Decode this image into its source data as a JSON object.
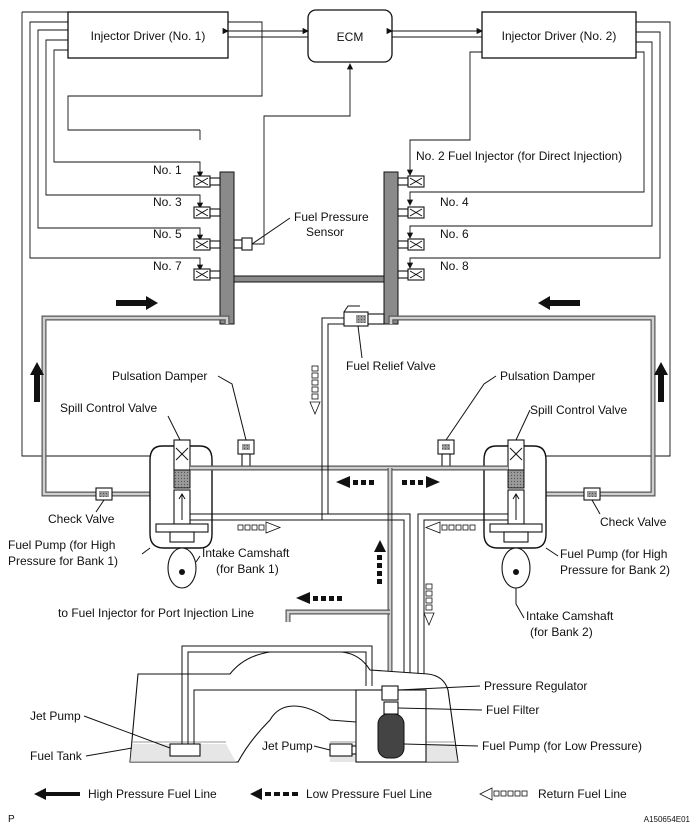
{
  "boxes": {
    "injector_driver_1": "Injector Driver (No. 1)",
    "ecm": "ECM",
    "injector_driver_2": "Injector Driver (No. 2)"
  },
  "injectors_bank1": [
    "No. 1",
    "No. 3",
    "No. 5",
    "No. 7"
  ],
  "injectors_bank2": [
    "No. 4",
    "No. 6",
    "No. 8"
  ],
  "labels": {
    "no2_injector": "No. 2 Fuel Injector (for Direct Injection)",
    "fuel_pressure_sensor_1": "Fuel Pressure",
    "fuel_pressure_sensor_2": "Sensor",
    "fuel_relief_valve": "Fuel Relief Valve",
    "pulsation_damper_left": "Pulsation Damper",
    "pulsation_damper_right": "Pulsation Damper",
    "spill_valve_left": "Spill Control Valve",
    "spill_valve_right": "Spill Control Valve",
    "check_valve_left": "Check Valve",
    "check_valve_right": "Check Valve",
    "pump_left_1": "Fuel Pump (for High",
    "pump_left_2": "Pressure for Bank 1)",
    "pump_right_1": "Fuel Pump (for High",
    "pump_right_2": "Pressure for Bank 2)",
    "cam_left_1": "Intake Camshaft",
    "cam_left_2": "(for Bank 1)",
    "cam_right_1": "Intake Camshaft",
    "cam_right_2": "(for Bank 2)",
    "port_injection": "to Fuel Injector for Port Injection Line",
    "pressure_regulator": "Pressure Regulator",
    "fuel_filter": "Fuel Filter",
    "jet_pump_left": "Jet Pump",
    "jet_pump_center": "Jet Pump",
    "fuel_tank": "Fuel Tank",
    "low_pressure_pump": "Fuel Pump (for Low Pressure)"
  },
  "legend": {
    "high": "High Pressure Fuel Line",
    "low": "Low Pressure Fuel Line",
    "return": "Return Fuel Line"
  },
  "corner_left": "P",
  "corner_right": "A150654E01",
  "colors": {
    "line": "#111111",
    "pipe": "#555555",
    "rail": "#8a8a8a",
    "fuel_level": "#bbbbbb"
  }
}
